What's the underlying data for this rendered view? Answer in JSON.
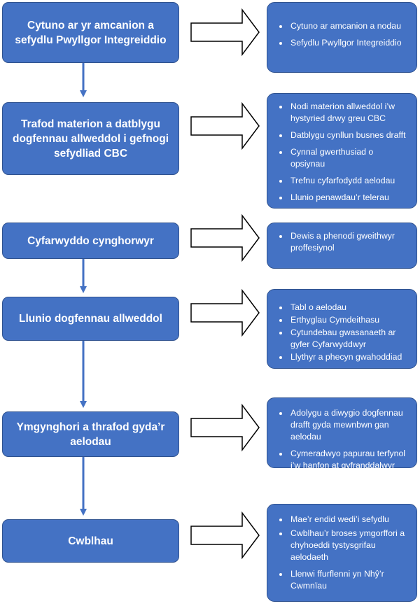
{
  "steps": [
    {
      "title": "Cytuno ar yr amcanion a sefydlu Pwyllgor Integreiddio",
      "items": [
        "Cytuno ar amcanion a nodau",
        "Sefydlu Pwyllgor Integreiddio"
      ]
    },
    {
      "title": "Trafod materion a datblygu dogfennau allweddol i gefnogi sefydliad CBC",
      "items": [
        "Nodi materion allweddol i’w hystyried drwy greu CBC",
        "Datblygu cynllun busnes drafft",
        "Cynnal gwerthusiad o opsiynau",
        "Trefnu cyfarfodydd aelodau",
        "Llunio penawdau’r telerau"
      ]
    },
    {
      "title": "Cyfarwyddo cynghorwyr",
      "items": [
        "Dewis a phenodi gweithwyr proffesiynol"
      ]
    },
    {
      "title": "Llunio dogfennau allweddol",
      "items": [
        "Tabl o aelodau",
        "Erthyglau Cymdeithasu",
        "Cytundebau gwasanaeth ar gyfer Cyfarwyddwyr",
        "Llythyr a phecyn gwahoddiad"
      ]
    },
    {
      "title": "Ymgynghori a thrafod gyda’r aelodau",
      "items": [
        "Adolygu a diwygio dogfennau drafft gyda mewnbwn gan aelodau",
        "Cymeradwyo papurau terfynol i’w hanfon at gyfranddalwyr"
      ]
    },
    {
      "title": "Cwblhau",
      "items": [
        "Mae’r endid wedi’i sefydlu",
        "Cwblhau’r broses ymgorffori a chyhoeddi tystysgrifau aelodaeth",
        "Llenwi ffurflenni yn Nhŷ’r Cwmnïau"
      ]
    }
  ],
  "colors": {
    "box_fill": "#4472c4",
    "box_border": "#2f528f",
    "connector": "#4472c4",
    "arrow_outline": "#000000"
  }
}
